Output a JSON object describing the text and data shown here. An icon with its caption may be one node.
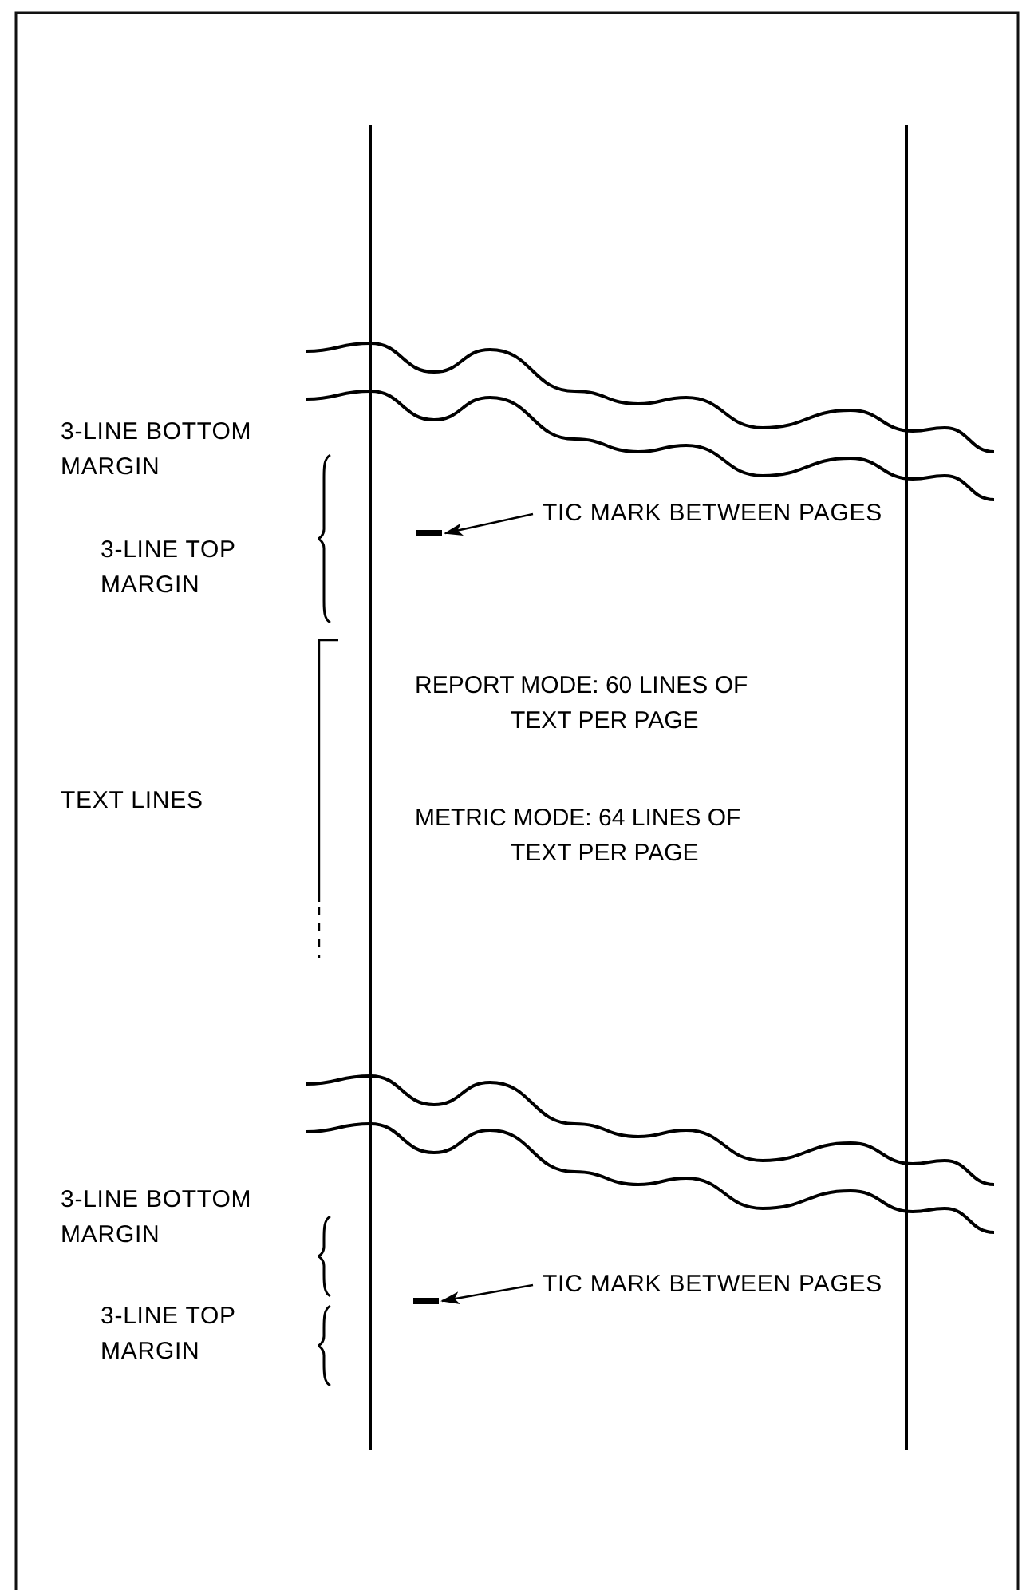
{
  "diagram": {
    "nodes": [
      {
        "text": [
          "TIC MARK BETWEEN PAGES"
        ]
      },
      {
        "text": [],
        "shape": "bar"
      },
      {
        "text": [
          "TIC MARK BETWEEN PAGES"
        ]
      },
      {
        "text": [],
        "shape": "bar"
      }
    ],
    "edges": [
      {
        "from": 0,
        "to": 1,
        "arrow": "to"
      },
      {
        "from": 2,
        "to": 3,
        "arrow": "to"
      }
    ],
    "labels": [
      "3-LINE BOTTOM MARGIN",
      "3-LINE TOP MARGIN",
      "TEXT LINES",
      "REPORT MODE: 60 LINES OF TEXT PER PAGE",
      "METRIC MODE: 64 LINES OF TEXT PER PAGE",
      "3-LINE BOTTOM MARGIN",
      "3-LINE TOP MARGIN"
    ]
  }
}
